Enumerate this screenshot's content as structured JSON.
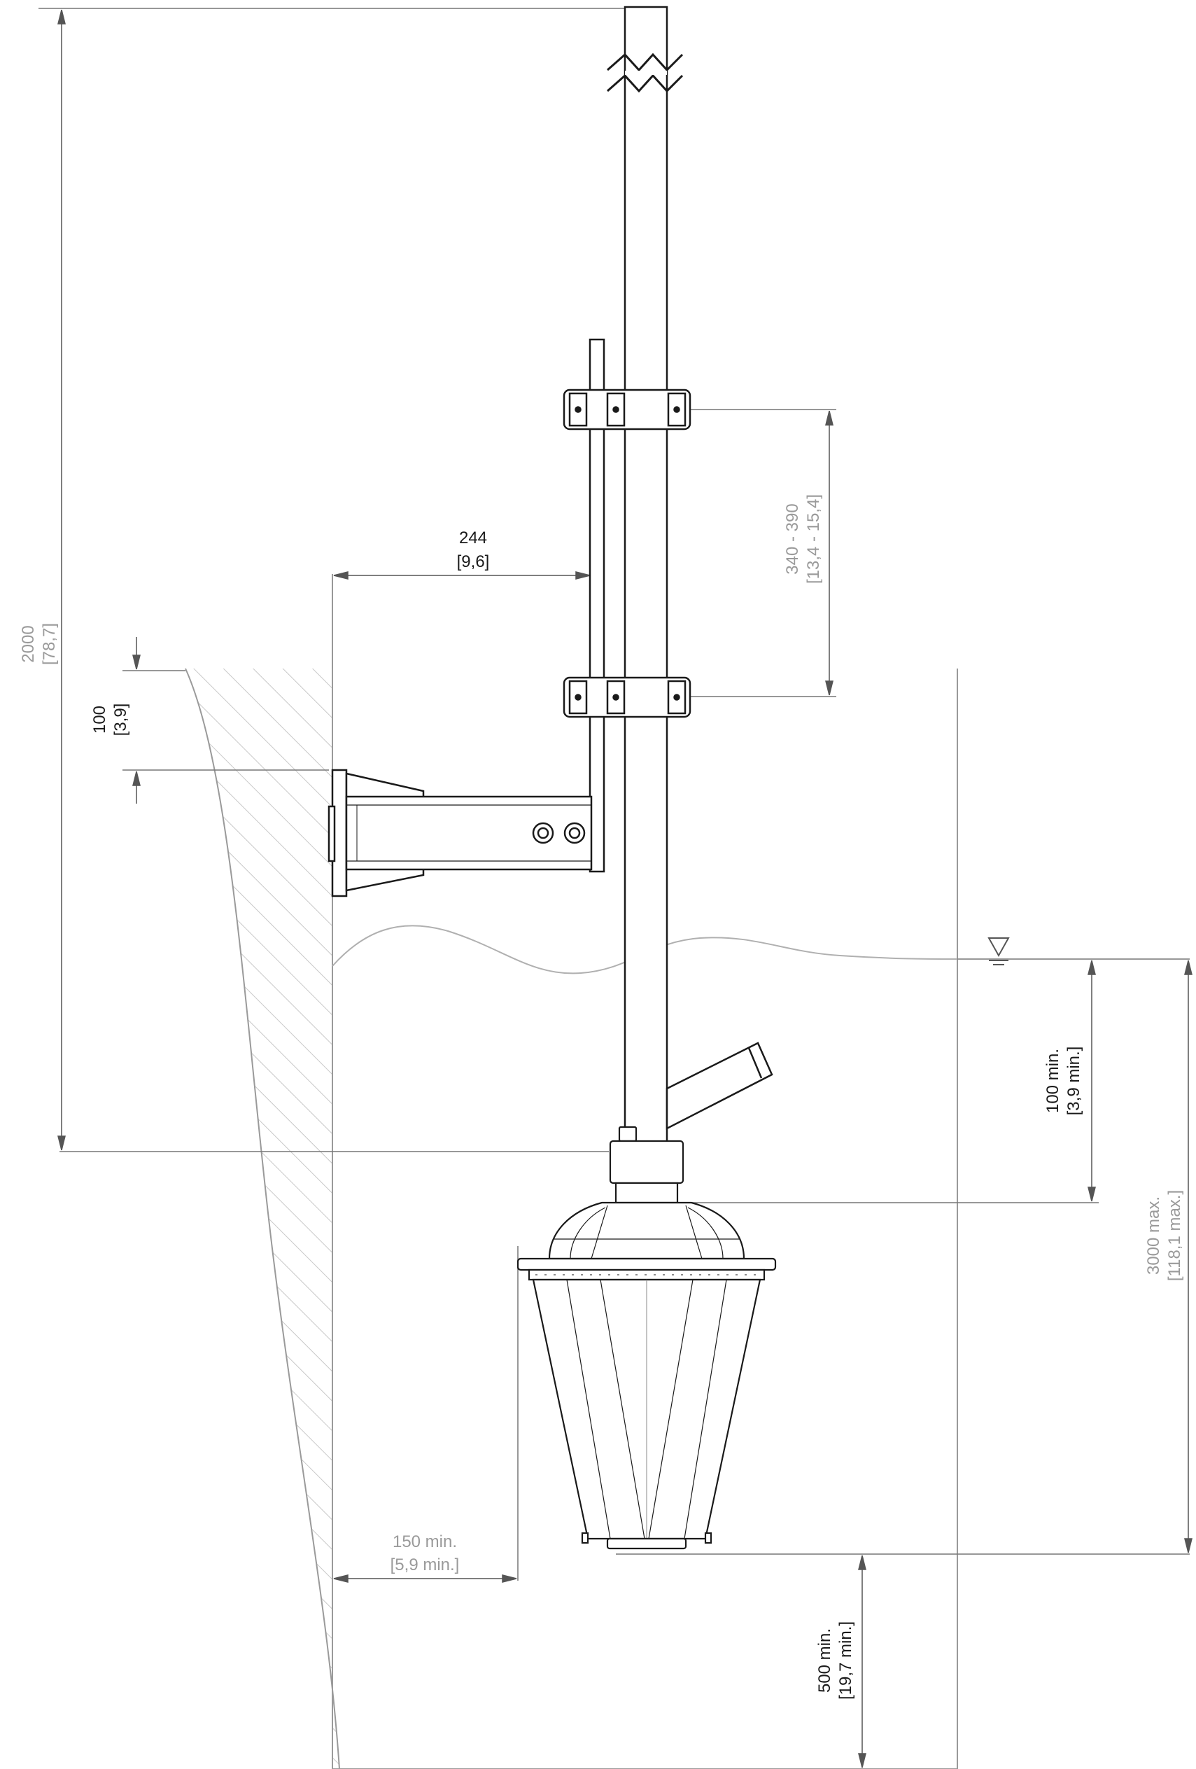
{
  "dimensions": {
    "total_height": {
      "value": "2000",
      "imperial": "[78,7]"
    },
    "wall_offset": {
      "value": "100",
      "imperial": "[3,9]"
    },
    "arm_reach": {
      "value": "244",
      "imperial": "[9,6]"
    },
    "clamp_spacing": {
      "value": "340 - 390",
      "imperial": "[13,4 - 15,4]"
    },
    "water_depth_min": {
      "value": "100 min.",
      "imperial": "[3,9 min.]"
    },
    "lamp_depth_max": {
      "value": "3000 max.",
      "imperial": "[118,1 max.]"
    },
    "wall_clearance": {
      "value": "150 min.",
      "imperial": "[5,9 min.]"
    },
    "floor_clearance": {
      "value": "500 min.",
      "imperial": "[19,7 min.]"
    }
  },
  "symbols": {
    "water_level": "water-level-triangle-icon"
  },
  "colors": {
    "line_dark": "#1a1a1a",
    "line_grey": "#9a9a9a",
    "hatch": "#c8c8c8"
  }
}
